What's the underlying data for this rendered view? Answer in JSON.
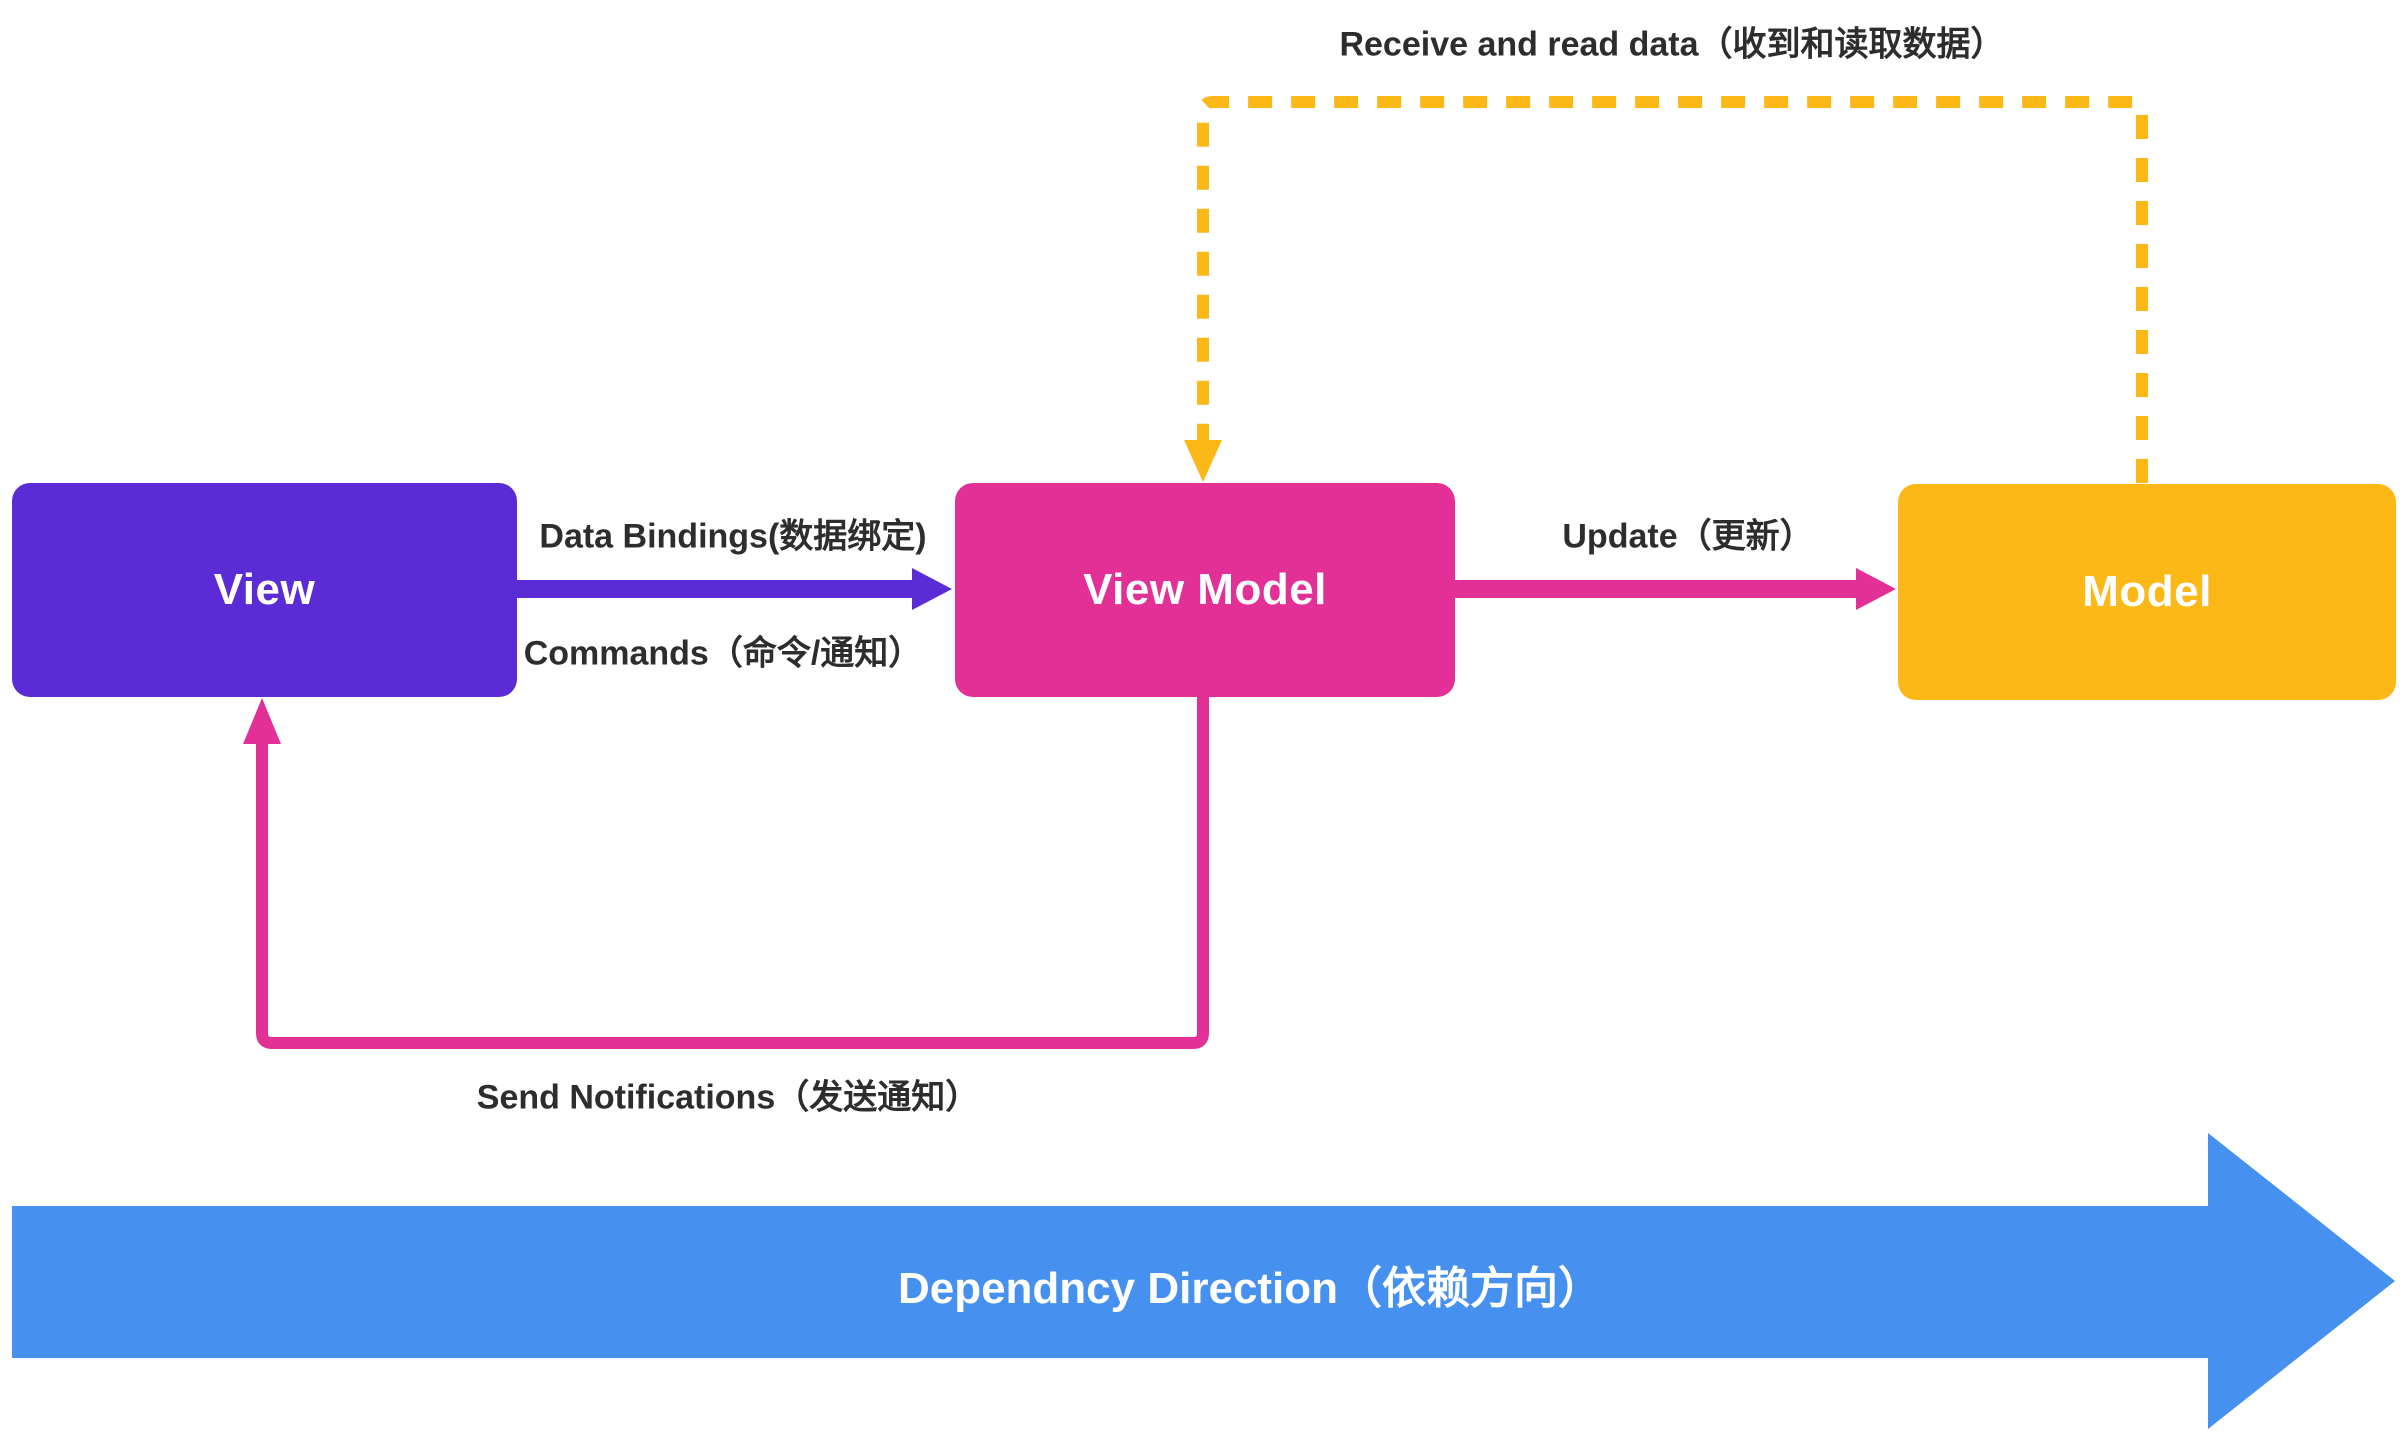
{
  "diagram": {
    "type": "mvvm-architecture",
    "nodes": [
      {
        "id": "view",
        "label": "View",
        "color": "#5b2bd5"
      },
      {
        "id": "view-model",
        "label": "View Model",
        "color": "#e23097"
      },
      {
        "id": "model",
        "label": "Model",
        "color": "#fcb817"
      }
    ],
    "edges": [
      {
        "id": "data-bindings",
        "from": "view",
        "to": "view-model",
        "label": "Data Bindings(数据绑定)",
        "color": "#5b2bd5",
        "style": "solid"
      },
      {
        "id": "commands",
        "from": "view",
        "to": "view-model",
        "label": "Commands（命令/通知）",
        "color": "#5b2bd5",
        "style": "solid"
      },
      {
        "id": "update",
        "from": "view-model",
        "to": "model",
        "label": "Update（更新）",
        "color": "#e23097",
        "style": "solid"
      },
      {
        "id": "send-notifications",
        "from": "view-model",
        "to": "view",
        "label": "Send Notifications（发送通知）",
        "color": "#e23097",
        "style": "solid"
      },
      {
        "id": "receive-read",
        "from": "model",
        "to": "view-model",
        "label": "Receive and read data（收到和读取数据）",
        "color": "#fcb817",
        "style": "dashed"
      }
    ],
    "banner": {
      "label": "Dependncy Direction（依赖方向）",
      "color": "#4691f0"
    }
  },
  "colors": {
    "purple": "#5b2bd5",
    "pink": "#e23097",
    "gold": "#fcb817",
    "blue": "#4691f0",
    "text": "#2d2d2d",
    "background": "#ffffff"
  }
}
